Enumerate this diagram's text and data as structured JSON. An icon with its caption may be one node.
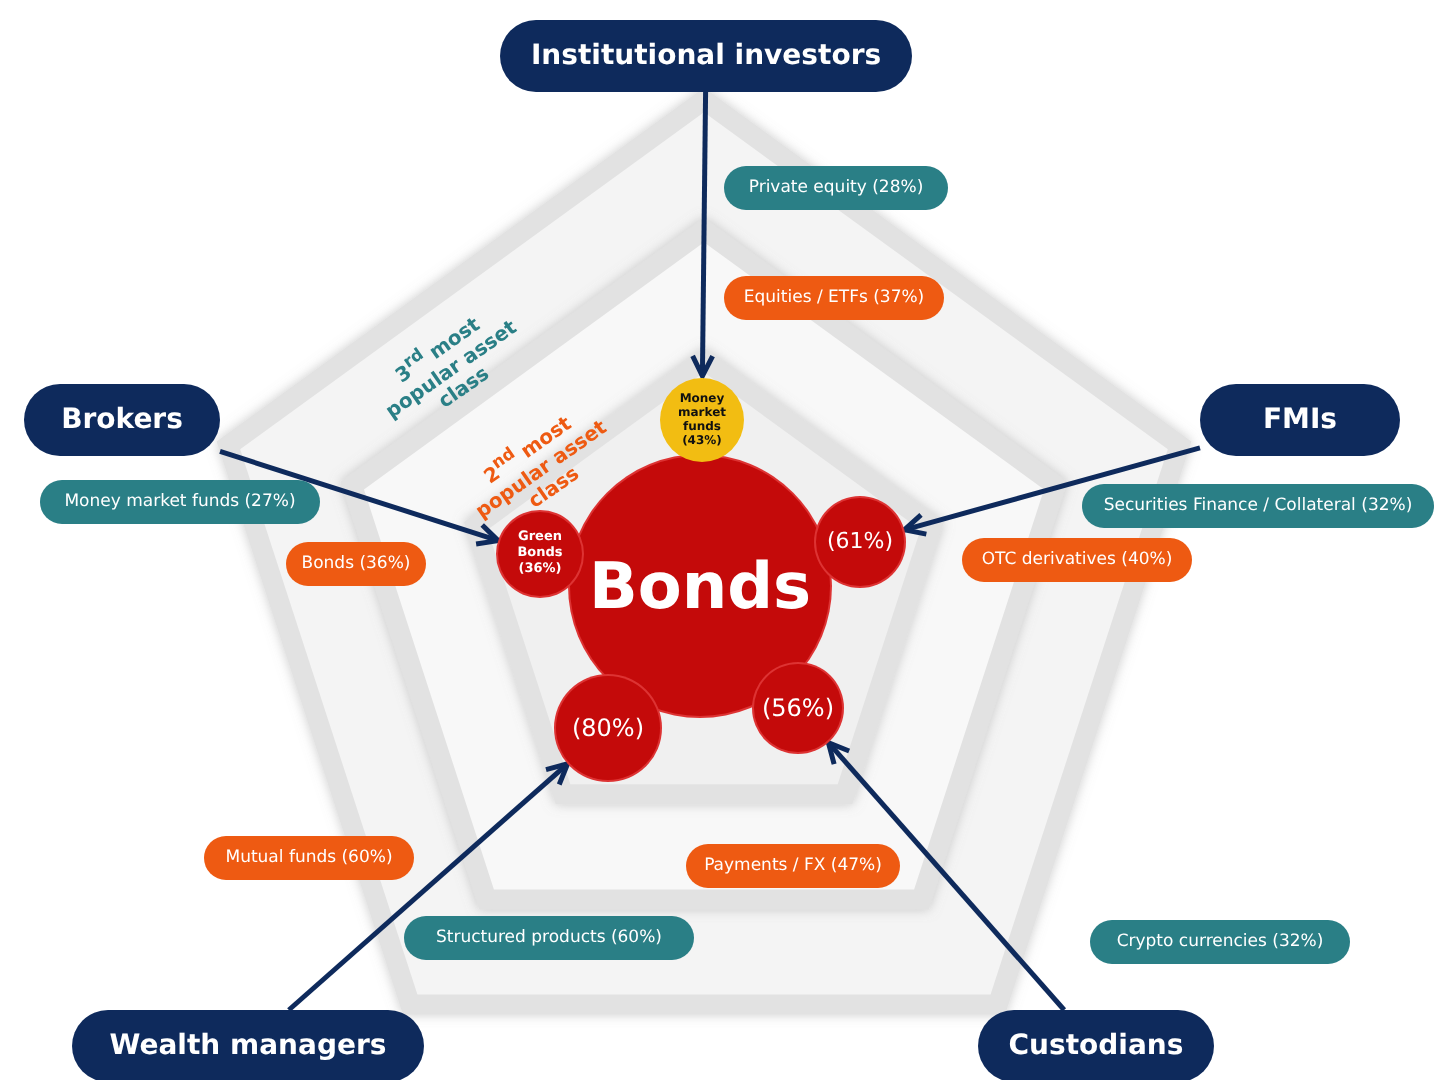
{
  "diagram": {
    "nodes": [
      {
        "text": [
          "Institutional investors"
        ]
      },
      {
        "text": [
          "Brokers"
        ]
      },
      {
        "text": [
          "FMIs"
        ]
      },
      {
        "text": [
          "Wealth managers"
        ]
      },
      {
        "text": [
          "Custodians"
        ]
      },
      {
        "text": [
          "Private equity (28%)"
        ]
      },
      {
        "text": [
          "Equities / ETFs (37%)"
        ]
      },
      {
        "text": [
          "Money market funds (27%)"
        ]
      },
      {
        "text": [
          "Bonds (36%)"
        ]
      },
      {
        "text": [
          "Securities Finance / Collateral (32%)"
        ]
      },
      {
        "text": [
          "OTC derivatives (40%)"
        ]
      },
      {
        "text": [
          "Mutual funds (60%)"
        ]
      },
      {
        "text": [
          "Structured products (60%)"
        ]
      },
      {
        "text": [
          "Payments / FX (47%)"
        ]
      },
      {
        "text": [
          "Crypto currencies (32%)"
        ]
      },
      {
        "text": [
          "Bonds"
        ]
      },
      {
        "text": [
          "Money market funds (43%)"
        ]
      },
      {
        "text": [
          "Green Bonds (36%)"
        ]
      },
      {
        "text": [
          "(61%)"
        ]
      },
      {
        "text": [
          "(80%)"
        ]
      },
      {
        "text": [
          "(56%)"
        ]
      }
    ],
    "edges": [
      {
        "from": 0,
        "to": 16,
        "arrow": "to"
      },
      {
        "from": 1,
        "to": 17,
        "arrow": "to"
      },
      {
        "from": 2,
        "to": 18,
        "arrow": "to"
      },
      {
        "from": 3,
        "to": 19,
        "arrow": "to"
      },
      {
        "from": 4,
        "to": 20,
        "arrow": "to"
      }
    ],
    "labels": [
      "3$^{rd}$ most popular asset class",
      "2$^{nd}$ most popular asset class"
    ]
  }
}
